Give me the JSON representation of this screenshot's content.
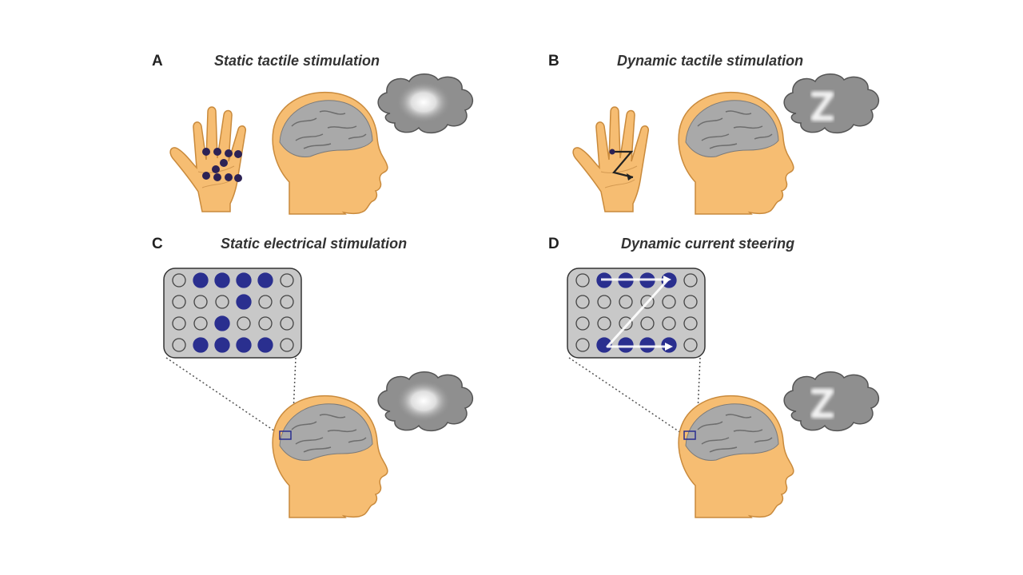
{
  "panels": [
    {
      "letter": "A",
      "title": "Static tactile stimulation"
    },
    {
      "letter": "B",
      "title": "Dynamic tactile stimulation"
    },
    {
      "letter": "C",
      "title": "Static electrical stimulation"
    },
    {
      "letter": "D",
      "title": "Dynamic current steering"
    }
  ],
  "percept_letter": "Z",
  "electrode_grid": {
    "rows": 4,
    "cols": 6,
    "active_static": [
      [
        0,
        1
      ],
      [
        0,
        2
      ],
      [
        0,
        3
      ],
      [
        0,
        4
      ],
      [
        1,
        3
      ],
      [
        2,
        2
      ],
      [
        3,
        1
      ],
      [
        3,
        2
      ],
      [
        3,
        3
      ],
      [
        3,
        4
      ]
    ]
  },
  "colors": {
    "skin": "#f6bd72",
    "skin_outline": "#c98a3c",
    "brain": "#a9a9a9",
    "cloud": "#8f8f8f",
    "electrode_active": "#2a2f8f",
    "electrode_inactive": "#bdbdbd",
    "grid_bg": "#c8c8c8",
    "dot": "#2c2255"
  },
  "icons": [
    "hand-icon",
    "head-icon",
    "brain-icon",
    "cloud-percept-icon",
    "electrode-grid-icon"
  ]
}
